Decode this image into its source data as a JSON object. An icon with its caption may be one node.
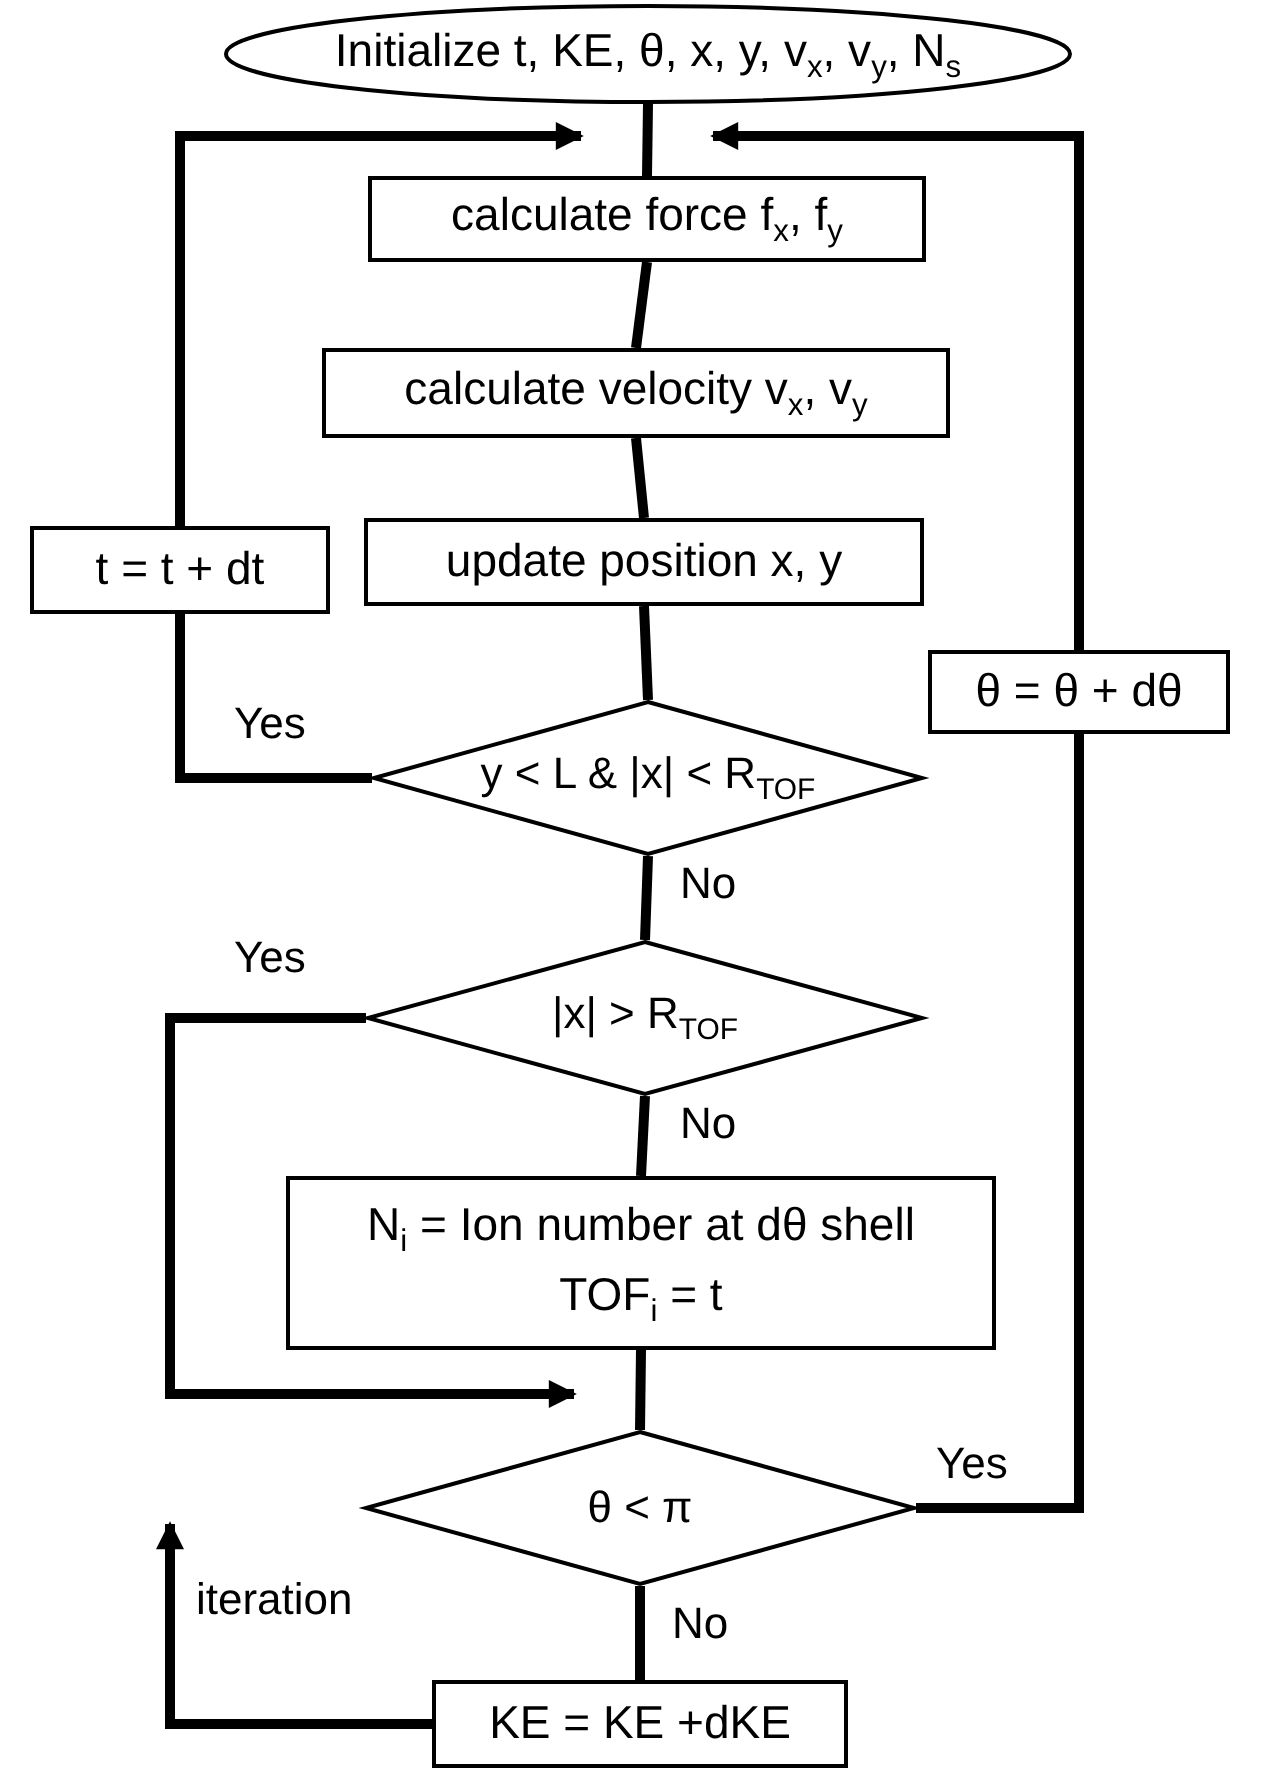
{
  "diagram": {
    "nodes": [
      {
        "text": [
          "Initialize t, KE, θ, x, y, v$_{x}$, v$_{y}$, N$_{s}$"
        ]
      },
      {
        "text": [
          "calculate force f$_{x}$, f$_{y}$"
        ]
      },
      {
        "text": [
          "calculate velocity v$_{x}$, v$_{y}$"
        ]
      },
      {
        "text": [
          "update position x, y"
        ]
      },
      {
        "text": [
          "t = t + dt"
        ]
      },
      {
        "text": [
          "θ = θ + dθ"
        ]
      },
      {
        "text": [
          "y < L & |x| < R$_{TOF}$"
        ]
      },
      {
        "text": [
          "|x| > R$_{TOF}$"
        ]
      },
      {
        "text": [
          "N$_{i}$ = Ion number at dθ shell",
          "TOF$_{i}$ = t"
        ]
      },
      {
        "text": [
          "θ < π"
        ]
      },
      {
        "text": [
          "KE = KE +dKE"
        ]
      }
    ],
    "edges": [
      {
        "from": 0,
        "to": 1,
        "arrow": "none"
      },
      {
        "from": 1,
        "to": 2,
        "arrow": "none"
      },
      {
        "from": 2,
        "to": 3,
        "arrow": "none"
      },
      {
        "from": 3,
        "to": 6,
        "arrow": "none"
      },
      {
        "from": 6,
        "to": 4,
        "arrow": "none",
        "label": "Yes"
      },
      {
        "from": 4,
        "to": 1,
        "arrow": "to"
      },
      {
        "from": 6,
        "to": 7,
        "arrow": "none",
        "label": "No"
      },
      {
        "from": 7,
        "to": 9,
        "arrow": "to",
        "label": "Yes"
      },
      {
        "from": 7,
        "to": 8,
        "arrow": "none",
        "label": "No"
      },
      {
        "from": 8,
        "to": 9,
        "arrow": "none"
      },
      {
        "from": 9,
        "to": 5,
        "arrow": "none",
        "label": "Yes"
      },
      {
        "from": 5,
        "to": 1,
        "arrow": "to"
      },
      {
        "from": 9,
        "to": 10,
        "arrow": "none",
        "label": "No"
      },
      {
        "from": 10,
        "to": null,
        "arrow": "to",
        "label": "iteration"
      }
    ]
  }
}
